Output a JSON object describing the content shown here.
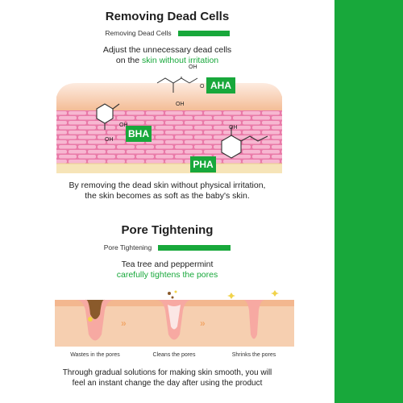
{
  "colors": {
    "brand_green": "#18a83b",
    "skin_pink": "#ef8fb6",
    "skin_peach": "#f6c8a3"
  },
  "section1": {
    "title": "Removing Dead Cells",
    "sub_label": "Removing Dead Cells",
    "intro_line1": "Adjust the unnecessary dead cells",
    "intro_line2_prefix": "on the ",
    "intro_line2_highlight": "skin without irritation",
    "tags": [
      "AHA",
      "BHA",
      "PHA"
    ],
    "molecule_labels": {
      "aha_oh_top": "OH",
      "aha_oh_bottom": "OH",
      "aha_o": "O",
      "bha_oh_top": "OH",
      "bha_oh_bottom": "OH",
      "pha_oh": "OH"
    },
    "outro_line1": "By removing the dead skin without physical irritation,",
    "outro_line2": "the skin becomes as soft as the baby's skin."
  },
  "section2": {
    "title": "Pore Tightening",
    "sub_label": "Pore Tightening",
    "intro_line1": "Tea tree and peppermint",
    "intro_line2": "carefully tightens the pores",
    "stages": [
      {
        "caption": "Wastes in the pores",
        "icon": "clogged-pore-icon"
      },
      {
        "caption": "Cleans the pores",
        "icon": "cleaning-pore-icon"
      },
      {
        "caption": "Shrinks the pores",
        "icon": "shrunk-pore-icon"
      }
    ],
    "arrows": [
      "»",
      "»"
    ],
    "outro_line1": "Through gradual solutions for making skin smooth, you will",
    "outro_line2": "feel an instant change the day after using the product"
  }
}
